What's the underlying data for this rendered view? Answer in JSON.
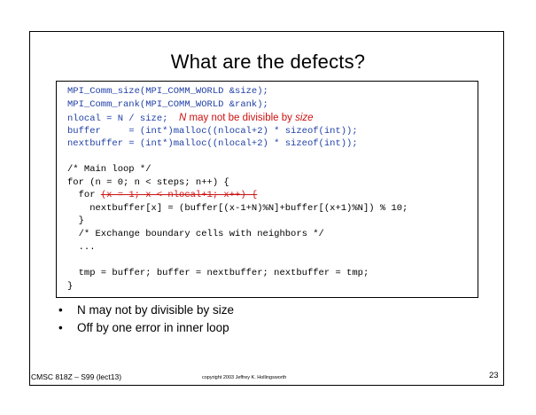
{
  "slide": {
    "title": "What are the defects?",
    "code_lines": {
      "l1": "MPI_Comm_size(MPI_COMM_WORLD &size);",
      "l2": "MPI_Comm_rank(MPI_COMM_WORLD &rank);",
      "l3": "nlocal = N / size;  ",
      "l3_note_a": "N",
      "l3_note_b": " may not be divisible by ",
      "l3_note_c": "size",
      "l4": "buffer     = (int*)malloc((nlocal+2) * sizeof(int));",
      "l5": "nextbuffer = (int*)malloc((nlocal+2) * sizeof(int));",
      "l6": "/* Main loop */",
      "l7": "for (n = 0; n < steps; n++) {",
      "l8_pre": "  for ",
      "l8_struck": "(x = 1; x < nlocal+1; x++) {",
      "l9": "    nextbuffer[x] = (buffer[(x-1+N)%N]+buffer[(x+1)%N]) % 10;",
      "l10": "  }",
      "l11": "  /* Exchange boundary cells with neighbors */",
      "l12": "  ...",
      "l13": "  tmp = buffer; buffer = nextbuffer; nextbuffer = tmp;",
      "l14": "}"
    },
    "bullets": [
      "N may not by divisible by size",
      "Off by one error in inner loop"
    ],
    "footer": {
      "left": "CMSC 818Z – S99  (lect13)",
      "middle": "copyright 2003 Jeffrey K. Hollingsworth",
      "page": "23"
    }
  }
}
